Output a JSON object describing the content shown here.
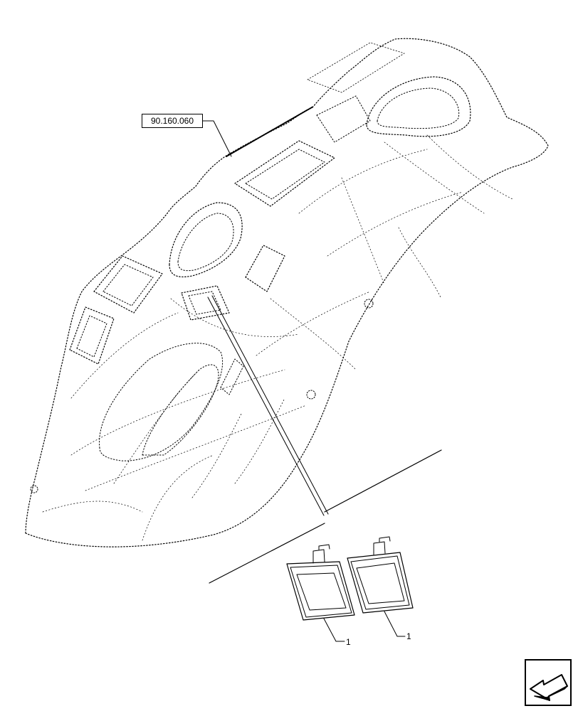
{
  "diagram": {
    "reference_label": "90.160.060",
    "callouts": [
      "1",
      "1"
    ]
  },
  "colors": {
    "line": "#000000",
    "background": "#ffffff"
  },
  "icons": {
    "navigation": "arrow-icon"
  }
}
